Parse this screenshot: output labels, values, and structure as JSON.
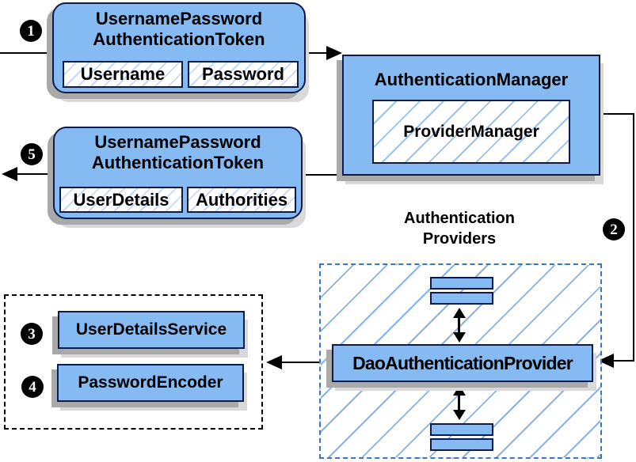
{
  "badges": {
    "step1": "1",
    "step2": "2",
    "step3": "3",
    "step4": "4",
    "step5": "5"
  },
  "token_request": {
    "title_line1": "UsernamePassword",
    "title_line2": "AuthenticationToken",
    "field1": "Username",
    "field2": "Password"
  },
  "auth_manager": {
    "title": "AuthenticationManager",
    "inner": "ProviderManager"
  },
  "token_response": {
    "title_line1": "UsernamePassword",
    "title_line2": "AuthenticationToken",
    "field1": "UserDetails",
    "field2": "Authorities"
  },
  "providers": {
    "label_line1": "Authentication",
    "label_line2": "Providers",
    "main": "DaoAuthenticationProvider"
  },
  "services": {
    "item1": "UserDetailsService",
    "item2": "PasswordEncoder"
  },
  "colors": {
    "box_fill": "#85baf2",
    "box_border": "#0d1b4b",
    "hatch_line": "#9cc2ec",
    "dashed_provider_border": "#3a77c2",
    "dashed_services_border": "#000000",
    "shadow": "#a9a9a9",
    "arrow": "#000000"
  }
}
